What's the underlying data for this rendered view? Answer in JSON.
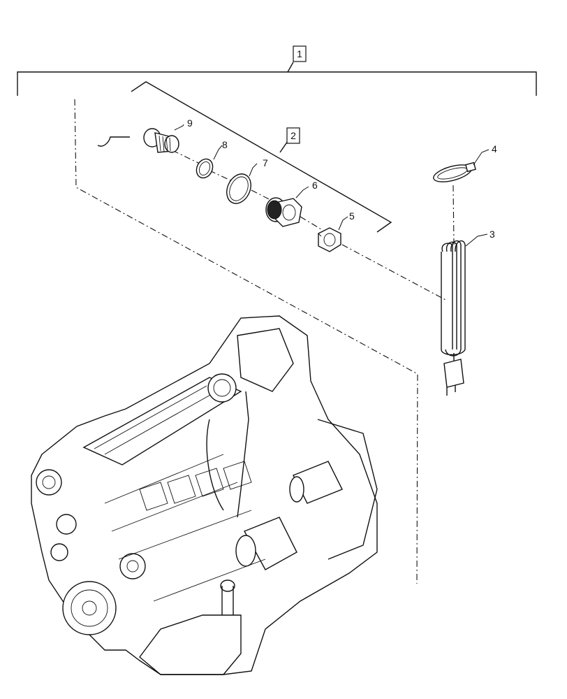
{
  "assembly_labels": {
    "main": "1",
    "sub": "2"
  },
  "callouts": {
    "c3": "3",
    "c4": "4",
    "c5": "5",
    "c6": "6",
    "c7": "7",
    "c8": "8",
    "c9": "9"
  }
}
